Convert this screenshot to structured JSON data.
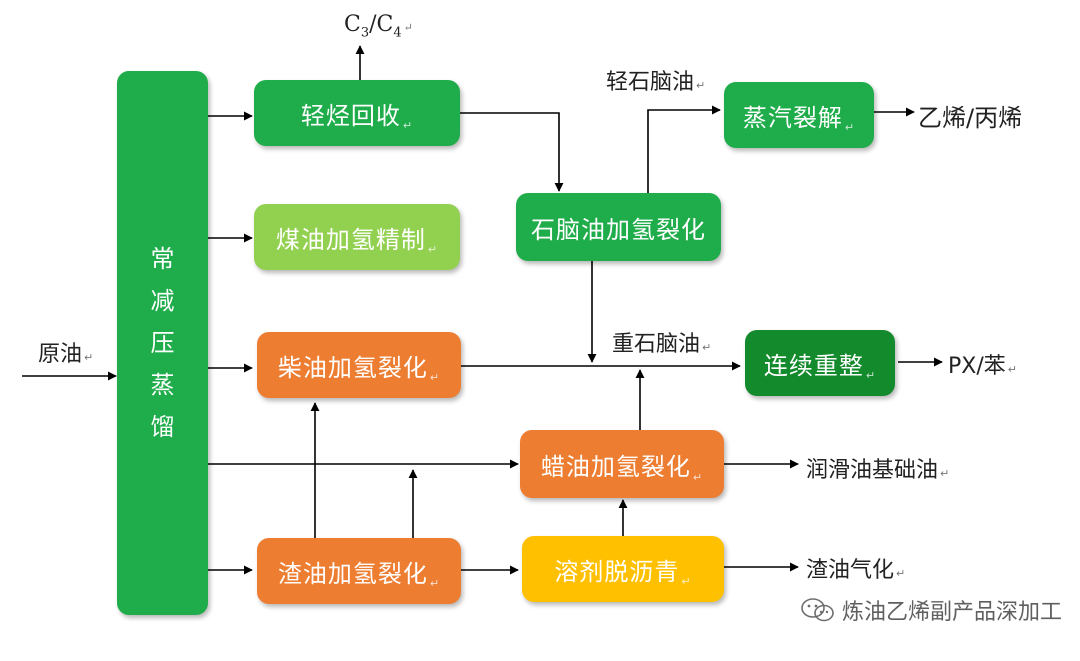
{
  "colors": {
    "green": "#1fac4a",
    "light_green": "#92d050",
    "orange": "#ed7d31",
    "yellow": "#ffc000",
    "dark_green": "#138a2c",
    "arrow": "#000000"
  },
  "nodes": {
    "distillation": [
      "常",
      "减",
      "压",
      "蒸",
      "馏"
    ],
    "light_hc_recovery": "轻烃回收",
    "kerosene_hydro": "煤油加氢精制",
    "diesel_hydrocrack": "柴油加氢裂化",
    "naphtha_hydrocrack": "石脑油加氢裂化",
    "steam_cracking": "蒸汽裂解",
    "continuous_reforming": "连续重整",
    "wax_hydrocrack": "蜡油加氢裂化",
    "residue_hydrocrack": "渣油加氢裂化",
    "solvent_deasphalting": "溶剂脱沥青"
  },
  "labels": {
    "crude_oil": "原油",
    "c3": "C",
    "c3_sub": "3",
    "c4": "/C",
    "c4_sub": "4",
    "light_naphtha": "轻石脑油",
    "ethylene_propylene": "乙烯/丙烯",
    "heavy_naphtha": "重石脑油",
    "px_benzene": "PX/苯",
    "lube_base_oil": "润滑油基础油",
    "residue_gasification": "渣油气化"
  },
  "paragraph_mark": "↵",
  "watermark": "炼油乙烯副产品深加工"
}
